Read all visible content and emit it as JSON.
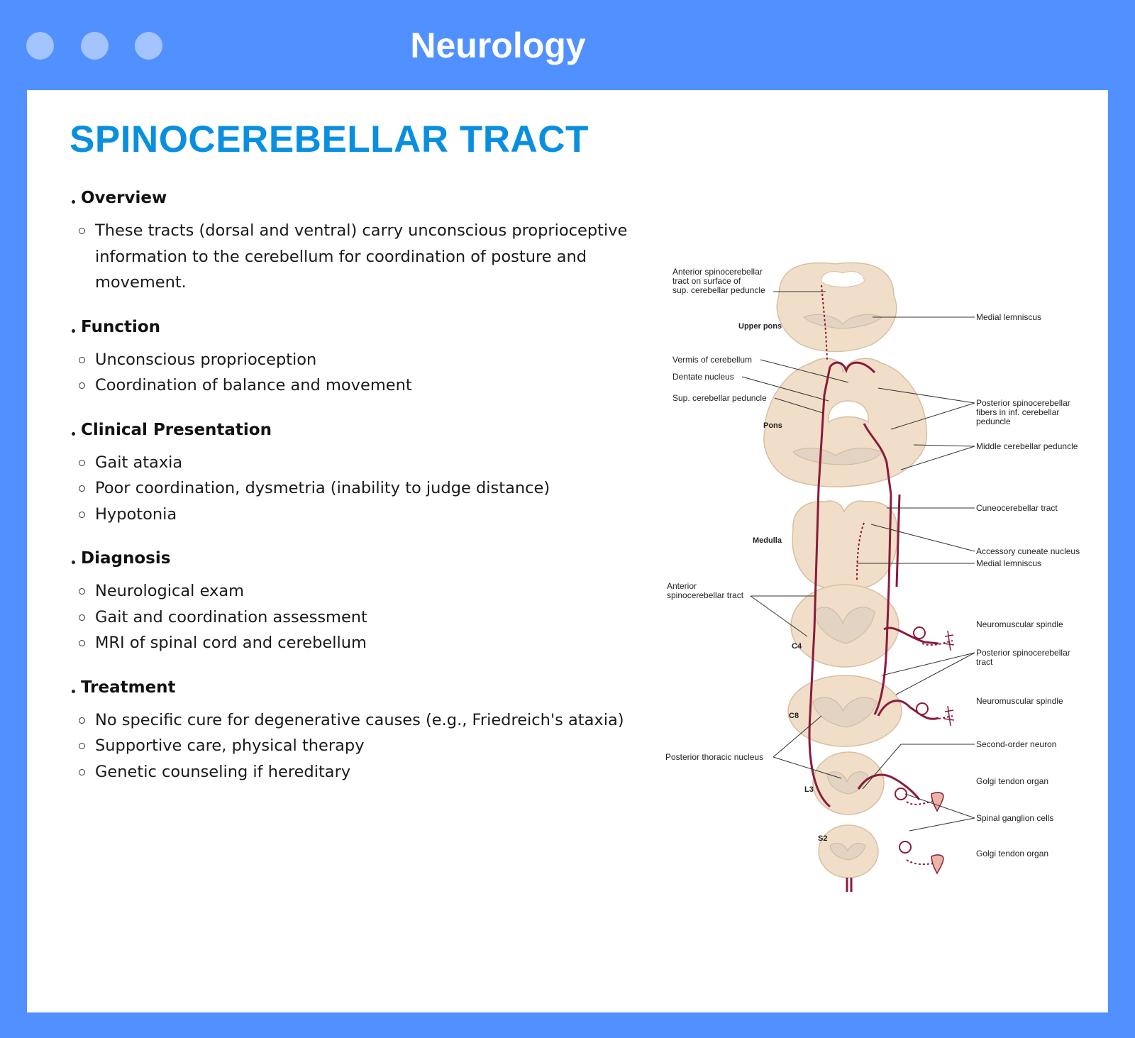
{
  "window": {
    "title": "Neurology"
  },
  "page": {
    "title": "SPINOCEREBELLAR TRACT"
  },
  "sections": [
    {
      "heading": "Overview",
      "items": [
        "These tracts (dorsal and ventral) carry unconscious proprioceptive information to the cerebellum for coordination of posture and movement."
      ]
    },
    {
      "heading": "Function",
      "items": [
        "Unconscious proprioception",
        "Coordination of balance and movement"
      ]
    },
    {
      "heading": "Clinical Presentation",
      "items": [
        "Gait ataxia",
        "Poor coordination, dysmetria (inability to judge distance)",
        "Hypotonia"
      ]
    },
    {
      "heading": "Diagnosis",
      "items": [
        "Neurological exam",
        "Gait and coordination assessment",
        "MRI of spinal cord and cerebellum"
      ]
    },
    {
      "heading": "Treatment",
      "items": [
        "No specific cure for degenerative causes (e.g., Friedreich's ataxia)",
        "Supportive care, physical therapy",
        "Genetic counseling if hereditary"
      ]
    }
  ],
  "diagram": {
    "levels": {
      "upper_pons": "Upper pons",
      "pons": "Pons",
      "medulla": "Medulla",
      "c4": "C4",
      "c8": "C8",
      "l3": "L3",
      "s2": "S2"
    },
    "labels": {
      "ant_sup_1": "Anterior spinocerebellar",
      "ant_sup_2": "tract on surface of",
      "ant_sup_3": "sup. cerebellar peduncle",
      "medial_lemniscus_top": "Medial lemniscus",
      "vermis": "Vermis of cerebellum",
      "dentate": "Dentate nucleus",
      "sup_ped": "Sup. cerebellar peduncle",
      "post_fibers_1": "Posterior spinocerebellar",
      "post_fibers_2": "fibers in inf. cerebellar",
      "post_fibers_3": "peduncle",
      "middle_ped": "Middle cerebellar peduncle",
      "cuneocerebellar": "Cuneocerebellar tract",
      "accessory_cuneate": "Accessory cuneate nucleus",
      "medial_lemniscus_med": "Medial lemniscus",
      "ant_tract_1": "Anterior",
      "ant_tract_2": "spinocerebellar tract",
      "spindle_1": "Neuromuscular spindle",
      "post_tract_1": "Posterior spinocerebellar",
      "post_tract_2": "tract",
      "spindle_2": "Neuromuscular spindle",
      "second_order": "Second-order neuron",
      "post_thoracic": "Posterior thoracic nucleus",
      "golgi_1": "Golgi tendon organ",
      "ganglion": "Spinal ganglion cells",
      "golgi_2": "Golgi tendon organ"
    },
    "colors": {
      "tissue": "#f1dec8",
      "tissue_edge": "#d8bfa2",
      "grey_matter": "#e3d3c3",
      "tract": "#8b1a3a"
    }
  }
}
